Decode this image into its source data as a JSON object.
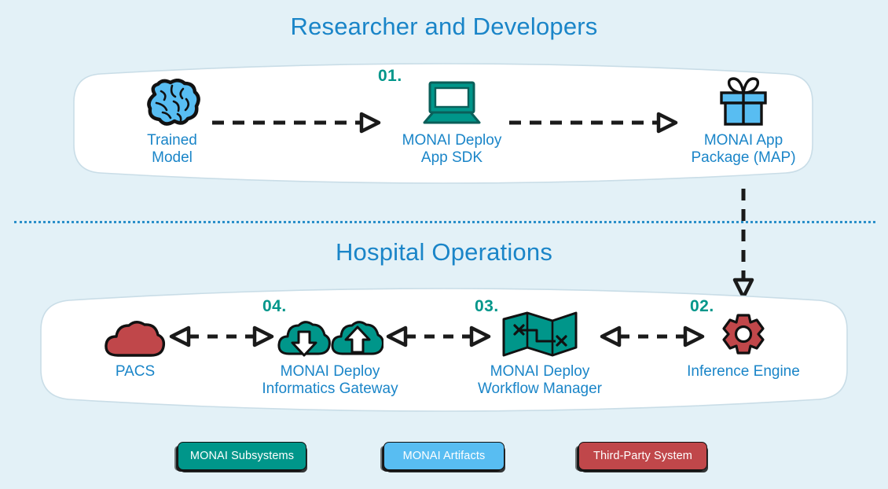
{
  "background_color": "#e3f1f7",
  "colors": {
    "title_blue": "#1a85c8",
    "label_blue": "#1a85c8",
    "step_teal": "#00968a",
    "monai_subsystem_teal": "#00968a",
    "monai_artifact_blue": "#58bdf2",
    "third_party_red": "#c0474a",
    "card_white": "#ffffff",
    "divider_blue": "#2a8fc9",
    "arrow_black": "#1a1a1a"
  },
  "sections": {
    "top": {
      "title": "Researcher and Developers",
      "nodes": [
        {
          "id": "trained-model",
          "label": "Trained\nModel",
          "icon": "brain-icon",
          "icon_color": "#58bdf2",
          "step": null
        },
        {
          "id": "app-sdk",
          "label": "MONAI Deploy\nApp SDK",
          "icon": "laptop-icon",
          "icon_color": "#00968a",
          "step": "01."
        },
        {
          "id": "map-package",
          "label": "MONAI App\nPackage (MAP)",
          "icon": "gift-icon",
          "icon_color": "#58bdf2",
          "step": null
        }
      ]
    },
    "bottom": {
      "title": "Hospital Operations",
      "nodes": [
        {
          "id": "pacs",
          "label": "PACS",
          "icon": "cloud-icon",
          "icon_color": "#c0474a",
          "step": null
        },
        {
          "id": "informatics-gateway",
          "label": "MONAI Deploy\nInformatics Gateway",
          "icon": "cloud-download-upload-icon",
          "icon_color": "#00968a",
          "step": "04."
        },
        {
          "id": "workflow-manager",
          "label": "MONAI Deploy\nWorkflow Manager",
          "icon": "map-route-icon",
          "icon_color": "#00968a",
          "step": "03."
        },
        {
          "id": "inference-engine",
          "label": "Inference Engine",
          "icon": "gear-icon",
          "icon_color": "#c0474a",
          "step": "02."
        }
      ]
    }
  },
  "legend": {
    "items": [
      {
        "label": "MONAI Subsystems",
        "color": "#00968a"
      },
      {
        "label": "MONAI Artifacts",
        "color": "#58bdf2"
      },
      {
        "label": "Third-Party System",
        "color": "#c0474a"
      }
    ]
  }
}
